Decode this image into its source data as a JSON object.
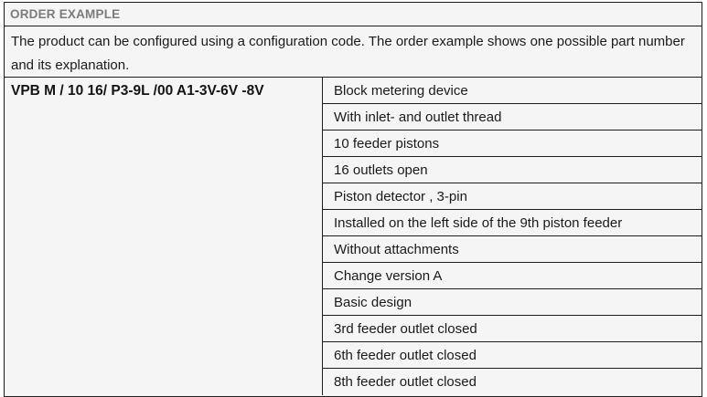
{
  "panel": {
    "header_title": "ORDER EXAMPLE",
    "header_text_color": "#7b7b7b",
    "header_background": "#f5f5f5",
    "border_color": "#1d1d1d",
    "background": "#f5f5f5"
  },
  "intro": {
    "text": "The product can be configured using a configuration code. The order example shows one possible part number and its explanation."
  },
  "order_example": {
    "part_number": "VPB M / 10 16/ P3-9L /00 A1-3V-6V -8V",
    "explanations": [
      {
        "label": "Block metering device"
      },
      {
        "label": "With inlet- and outlet thread"
      },
      {
        "label": "10 feeder pistons"
      },
      {
        "label": "16 outlets open"
      },
      {
        "label": "Piston detector , 3-pin"
      },
      {
        "label": "Installed on the left side of the 9th piston feeder"
      },
      {
        "label": "Without attachments"
      },
      {
        "label": "Change version A"
      },
      {
        "label": "Basic design"
      },
      {
        "label": "3rd feeder outlet closed"
      },
      {
        "label": "6th feeder outlet closed"
      },
      {
        "label": "8th feeder outlet closed"
      }
    ]
  }
}
